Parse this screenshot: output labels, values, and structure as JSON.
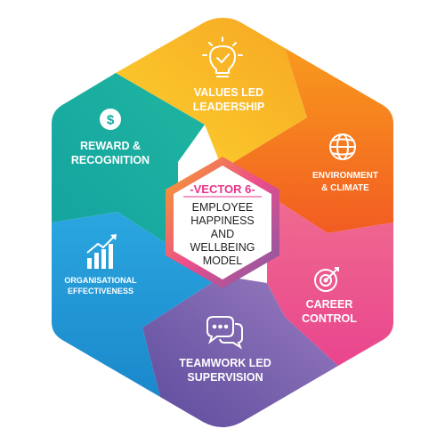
{
  "center": {
    "vector_label": "-VECTOR 6-",
    "title_lines": [
      "EMPLOYEE",
      "HAPPINESS",
      "AND",
      "WELLBEING",
      "MODEL"
    ]
  },
  "segments": [
    {
      "id": "values",
      "lines": [
        "VALUES LED",
        "LEADERSHIP"
      ],
      "icon": "lightbulb-icon",
      "color": "#f6a623",
      "color2": "#fdd22e"
    },
    {
      "id": "environment",
      "lines": [
        "ENVIRONMENT",
        "& CLIMATE"
      ],
      "icon": "globe-icon",
      "color": "#f36f23",
      "color2": "#f89a1d"
    },
    {
      "id": "career",
      "lines": [
        "CAREER",
        "CONTROL"
      ],
      "icon": "target-icon",
      "color": "#ec4d8b",
      "color2": "#f26c7c"
    },
    {
      "id": "teamwork",
      "lines": [
        "TEAMWORK LED",
        "SUPERVISION"
      ],
      "icon": "speech-bubbles-icon",
      "color": "#7b5ba6",
      "color2": "#5d4d9e"
    },
    {
      "id": "organisational",
      "lines": [
        "ORGANISATIONAL",
        "EFFECTIVENESS"
      ],
      "icon": "bar-chart-icon",
      "color": "#1e8fcf",
      "color2": "#29a9e1"
    },
    {
      "id": "reward",
      "lines": [
        "REWARD &",
        "RECOGNITION"
      ],
      "icon": "dollar-coin-icon",
      "color": "#13a89e",
      "color2": "#1bb5a4"
    }
  ],
  "colors": {
    "vector_accent": "#e8348a",
    "inner_border": "#ffffff"
  }
}
